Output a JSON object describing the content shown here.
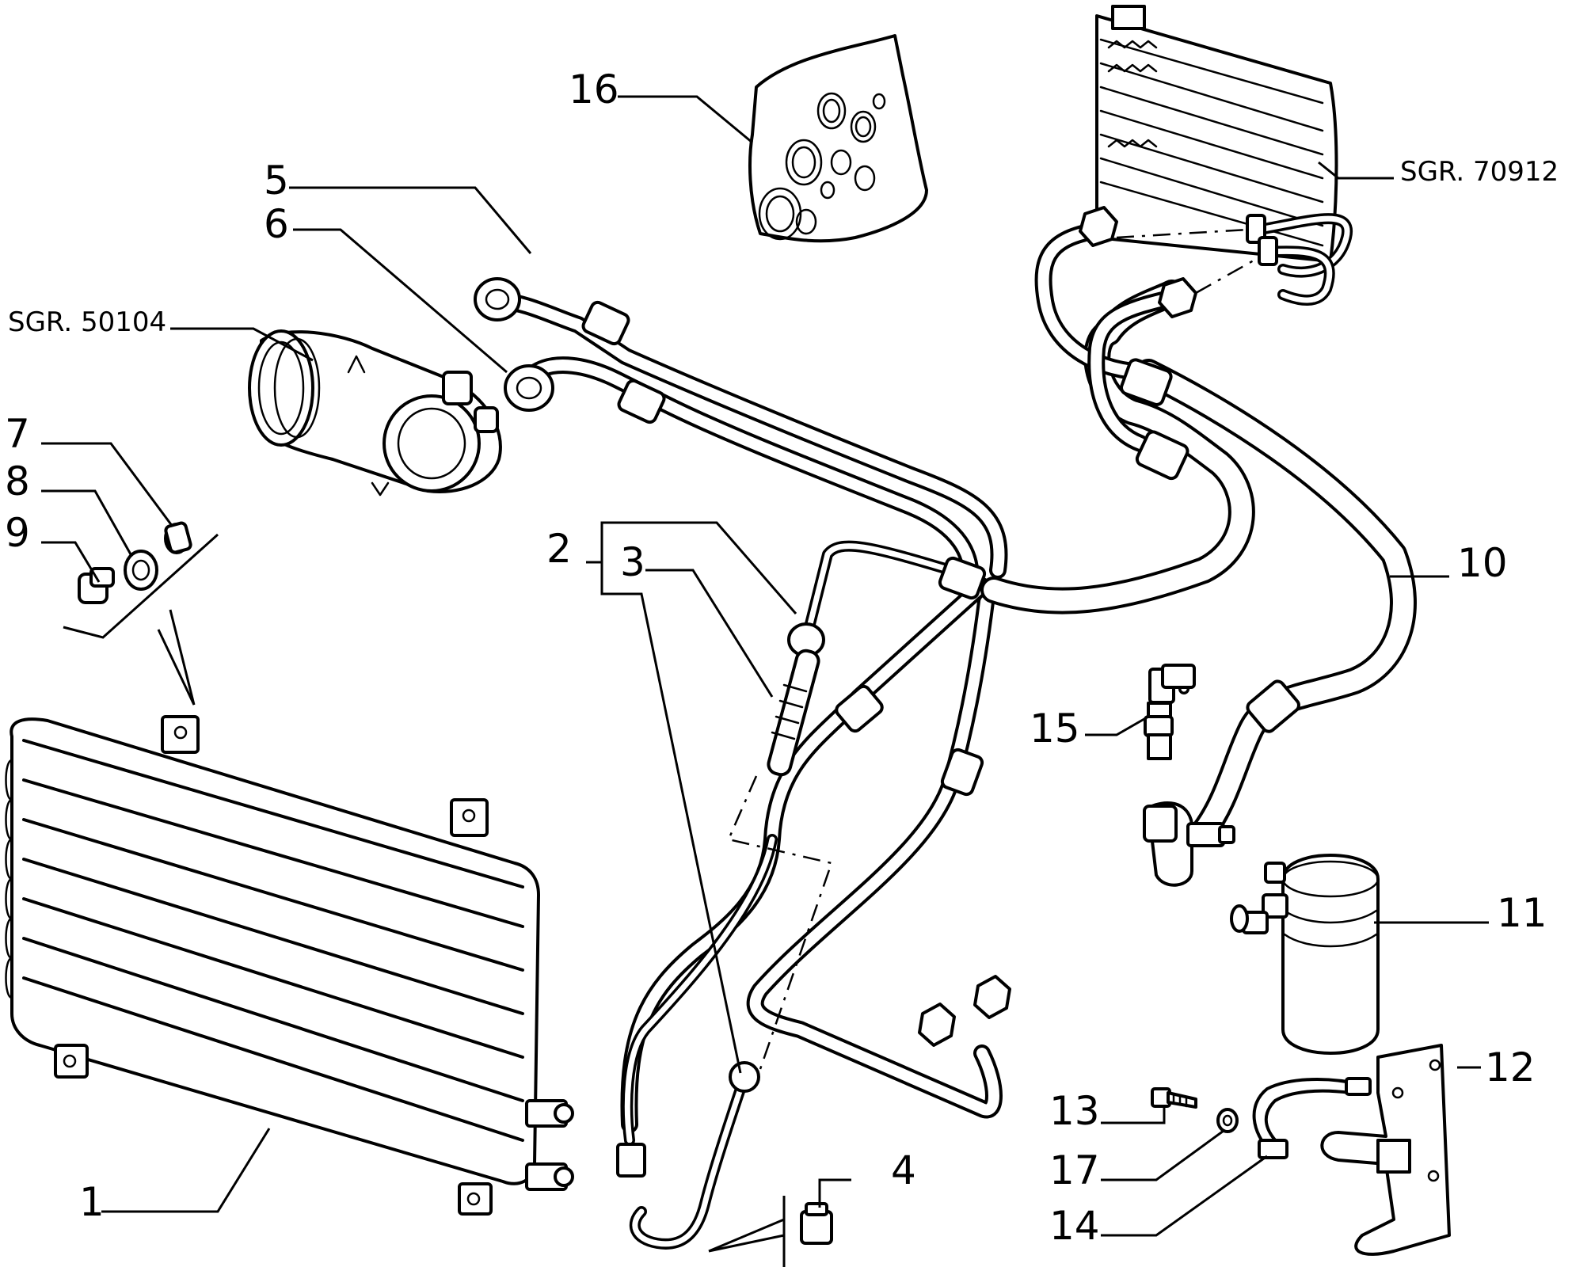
{
  "callouts": {
    "c1": "1",
    "c2": "2",
    "c3": "3",
    "c4": "4",
    "c5": "5",
    "c6": "6",
    "c7": "7",
    "c8": "8",
    "c9": "9",
    "c10": "10",
    "c11": "11",
    "c12": "12",
    "c13": "13",
    "c14": "14",
    "c15": "15",
    "c16": "16",
    "c17": "17"
  },
  "references": {
    "compressor": "SGR. 50104",
    "evaporator": "SGR. 70912"
  }
}
